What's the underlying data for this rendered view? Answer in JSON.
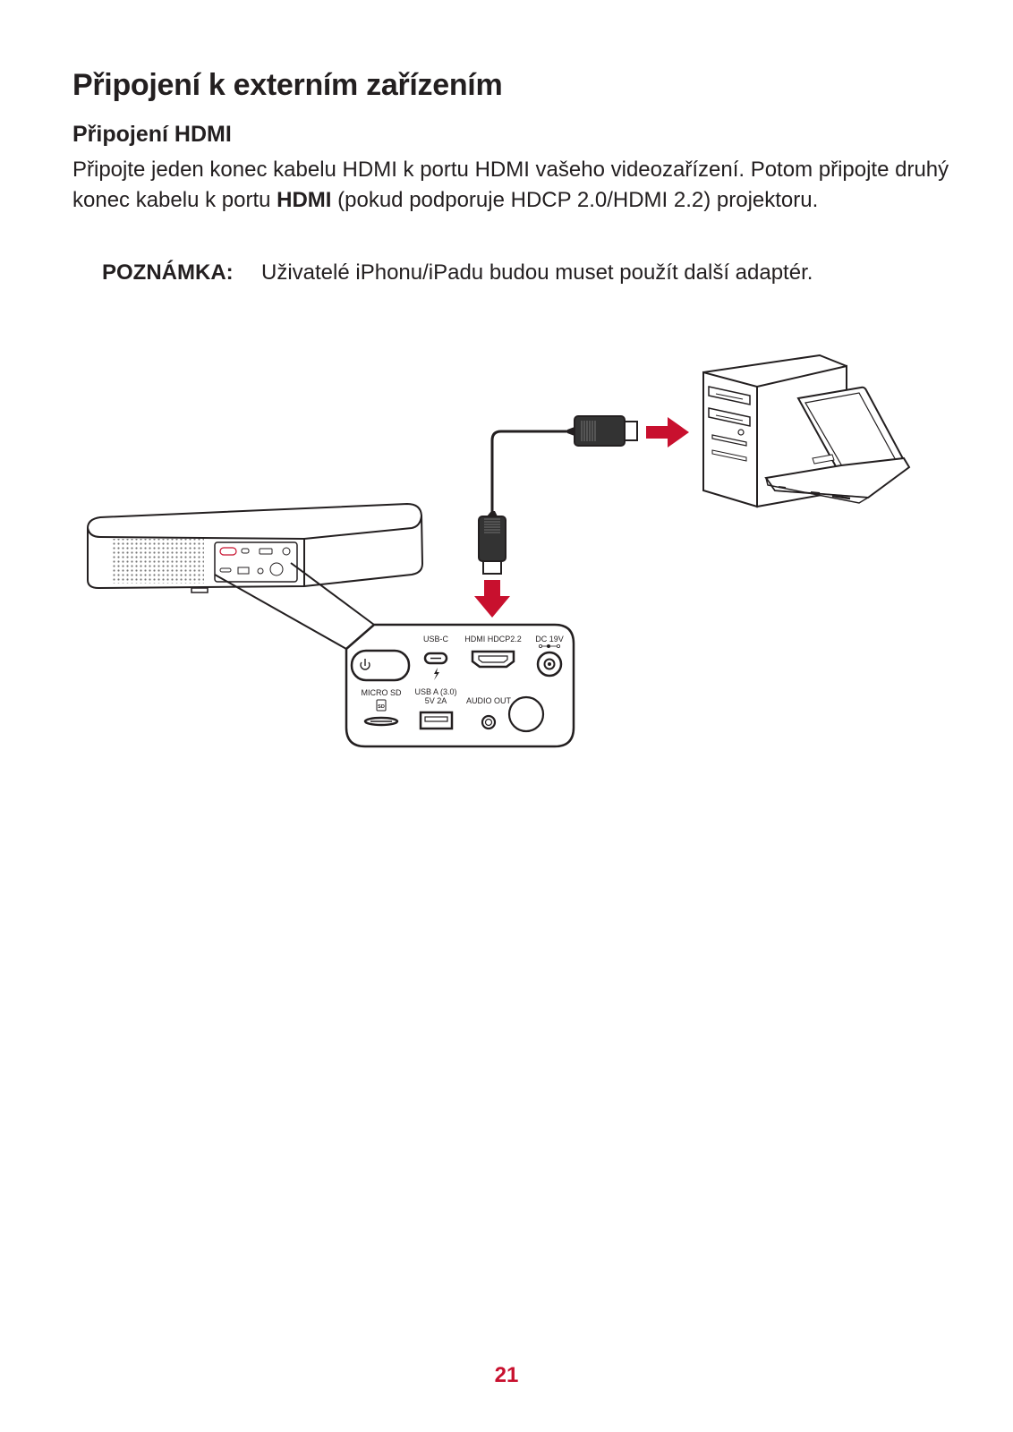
{
  "page": {
    "title": "Připojení k externím zařízením",
    "subtitle": "Připojení HDMI",
    "paragraph": {
      "before": "Připojte jeden konec kabelu HDMI k portu HDMI vašeho videozařízení. Potom připojte druhý konec kabelu k portu ",
      "bold": "HDMI",
      "after": " (pokud podporuje HDCP 2.0/HDMI 2.2) projektoru."
    },
    "note": {
      "label": "POZNÁMKA:",
      "text": "Uživatelé iPhonu/iPadu budou muset použít další adaptér."
    },
    "page_number": "21"
  },
  "diagram": {
    "ports": {
      "usb_c": "USB-C",
      "hdmi": "HDMI HDCP2.2",
      "dc": "DC 19V",
      "micro_sd": "MICRO SD",
      "sd_icon": "SD",
      "usb_a_line1": "USB A (3.0)",
      "usb_a_line2": "5V 2A",
      "audio_out": "AUDIO OUT"
    },
    "colors": {
      "arrow": "#c8102e",
      "line": "#231f20"
    }
  }
}
